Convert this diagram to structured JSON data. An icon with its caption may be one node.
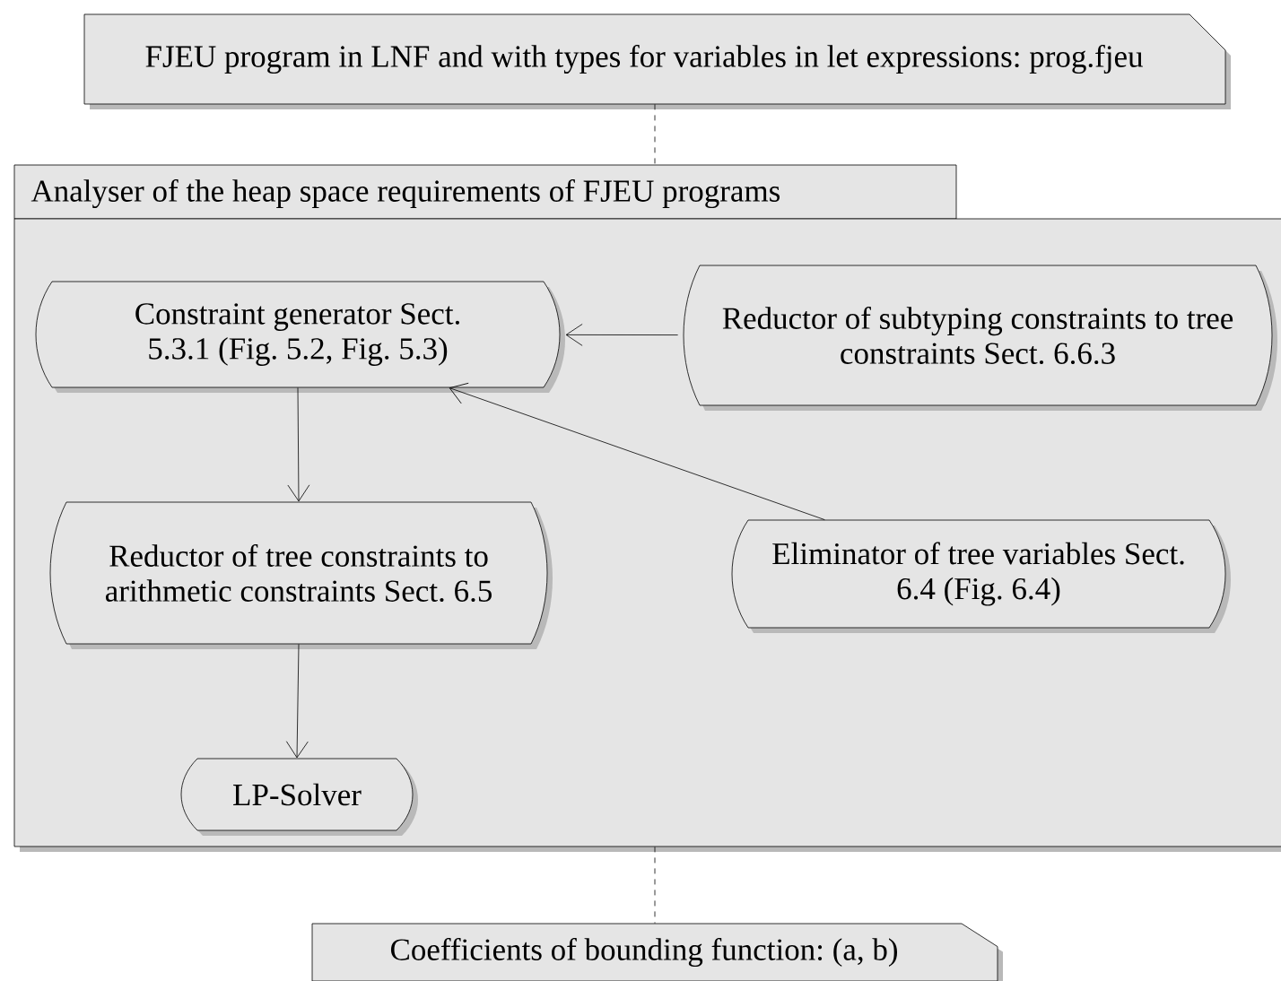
{
  "diagram": {
    "nodes": [
      {
        "text": [
          "FJEU program in LNF and with types for variables in let expressions: prog.fjeu"
        ]
      },
      {
        "text": [
          "Analyser of the heap space requirements of FJEU programs"
        ]
      },
      {
        "text": [
          "Constraint generator Sect. 5.3.1 (Fig. 5.2, Fig. 5.3)"
        ],
        "in": 1
      },
      {
        "text": [
          "Reductor of subtyping constraints to tree constraints Sect. 6.6.3"
        ],
        "in": 1
      },
      {
        "text": [
          "Reductor of tree constraints to arithmetic constraints Sect. 6.5"
        ],
        "in": 1
      },
      {
        "text": [
          "Eliminator of tree variables Sect. 6.4 (Fig. 6.4)"
        ],
        "in": 1
      },
      {
        "text": [
          "LP-Solver"
        ],
        "in": 1
      },
      {
        "text": [
          "Coefficients of bounding function: (a, b)"
        ]
      }
    ],
    "edges": [
      {
        "from": 0,
        "to": 1,
        "arrow": "none",
        "style": "dashed"
      },
      {
        "from": 3,
        "to": 2,
        "arrow": "to"
      },
      {
        "from": 5,
        "to": 2,
        "arrow": "to"
      },
      {
        "from": 2,
        "to": 4,
        "arrow": "to"
      },
      {
        "from": 4,
        "to": 6,
        "arrow": "to"
      },
      {
        "from": 1,
        "to": 7,
        "arrow": "none",
        "style": "dashed"
      }
    ]
  }
}
